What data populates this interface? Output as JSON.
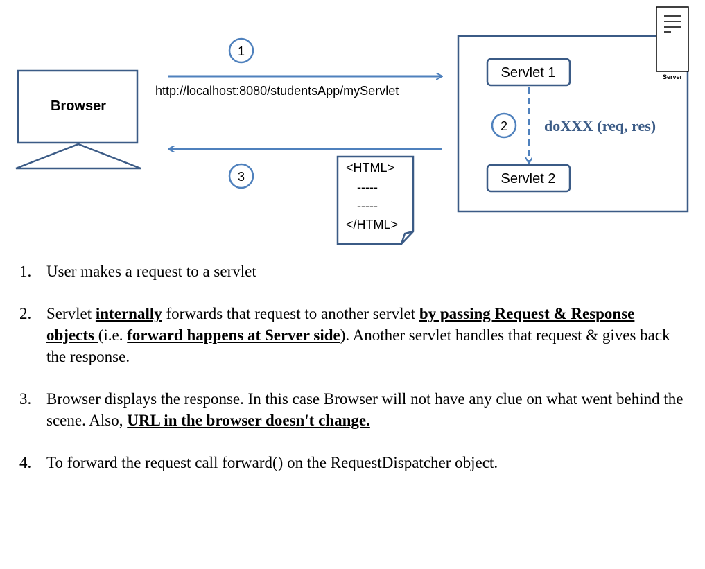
{
  "diagram": {
    "browser_label": "Browser",
    "request_url": "http://localhost:8080/studentsApp/myServlet",
    "step1": "1",
    "step2": "2",
    "step3": "3",
    "servlet1_label": "Servlet 1",
    "servlet2_label": "Servlet 2",
    "method_label": "doXXX (req, res)",
    "server_label": "Server",
    "doc_lines": [
      "<HTML>",
      "-----",
      "-----",
      "</HTML>"
    ]
  },
  "colors": {
    "stroke": "#3b5b86",
    "arrow": "#4f81bd",
    "text_accent": "#3b5b86"
  },
  "steps": [
    {
      "num": "1.",
      "parts": [
        {
          "t": "User makes a request to a servlet"
        }
      ]
    },
    {
      "num": "2.",
      "parts": [
        {
          "t": "Servlet "
        },
        {
          "t": "internally",
          "b": true
        },
        {
          "t": " forwards that request to another servlet "
        },
        {
          "t": "by passing Request & Response objects ",
          "b": true
        },
        {
          "t": "(i.e. "
        },
        {
          "t": "forward happens at Server side",
          "b": true
        },
        {
          "t": "). Another servlet handles that request & gives back the response."
        }
      ]
    },
    {
      "num": "3.",
      "parts": [
        {
          "t": "Browser displays the response. In this case Browser will not have any clue on what went behind the scene. Also, "
        },
        {
          "t": "URL in the browser doesn't change.",
          "b": true
        }
      ]
    },
    {
      "num": "4.",
      "parts": [
        {
          "t": "To forward the request call forward() on the RequestDispatcher object."
        }
      ]
    }
  ]
}
